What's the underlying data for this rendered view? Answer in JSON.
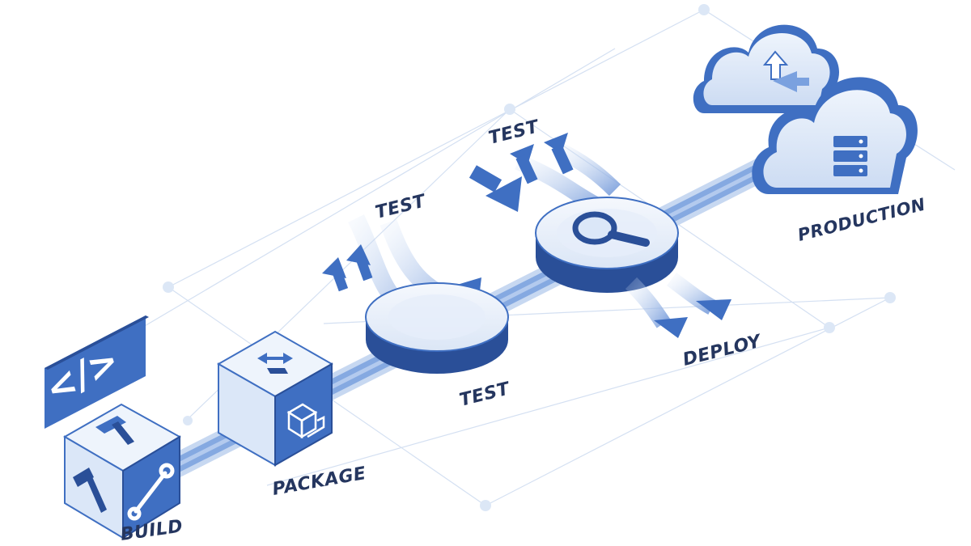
{
  "diagram": {
    "stages": {
      "build": "BUILD",
      "package": "PACKAGE",
      "test_main": "TEST",
      "test_upper": "TEST",
      "test_top": "TEST",
      "deploy": "DEPLOY",
      "production": "PRODUCTION"
    },
    "code_badge": "</>",
    "colors": {
      "primary": "#3f6fc2",
      "dark": "#2a4f98",
      "light": "#dbe7f8",
      "pale": "#eef4fc",
      "grid": "#d4e0f2",
      "label": "#25365f"
    }
  }
}
